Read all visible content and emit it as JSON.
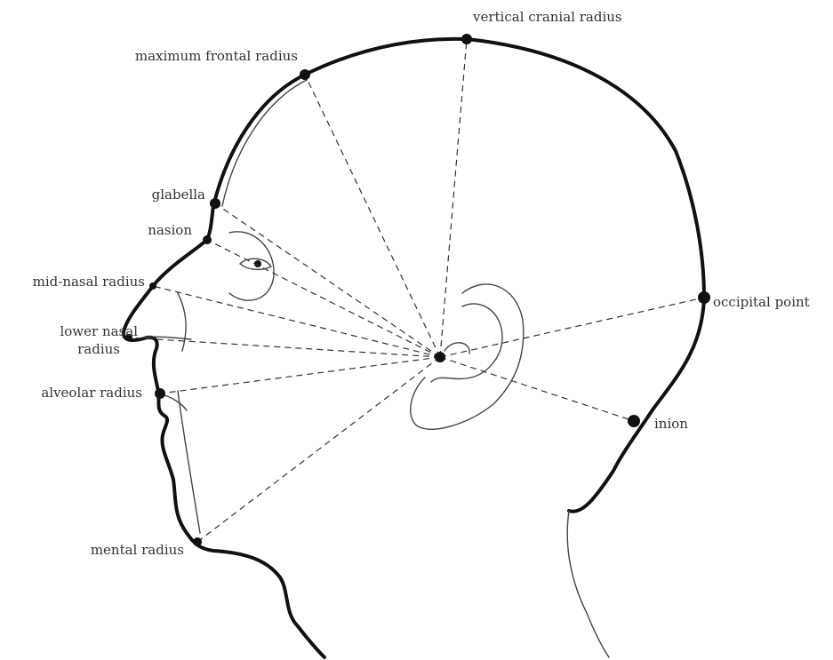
{
  "diagram": {
    "labels": {
      "vertical_cranial": "vertical cranial radius",
      "maximum_frontal": "maximum frontal radius",
      "glabella": "glabella",
      "nasion": "nasion",
      "mid_nasal": "mid-nasal radius",
      "lower_nasal_line1": "lower nasal",
      "lower_nasal_line2": "radius",
      "alveolar": "alveolar radius",
      "mental": "mental radius",
      "occipital": "occipital point",
      "inion": "inion"
    }
  }
}
